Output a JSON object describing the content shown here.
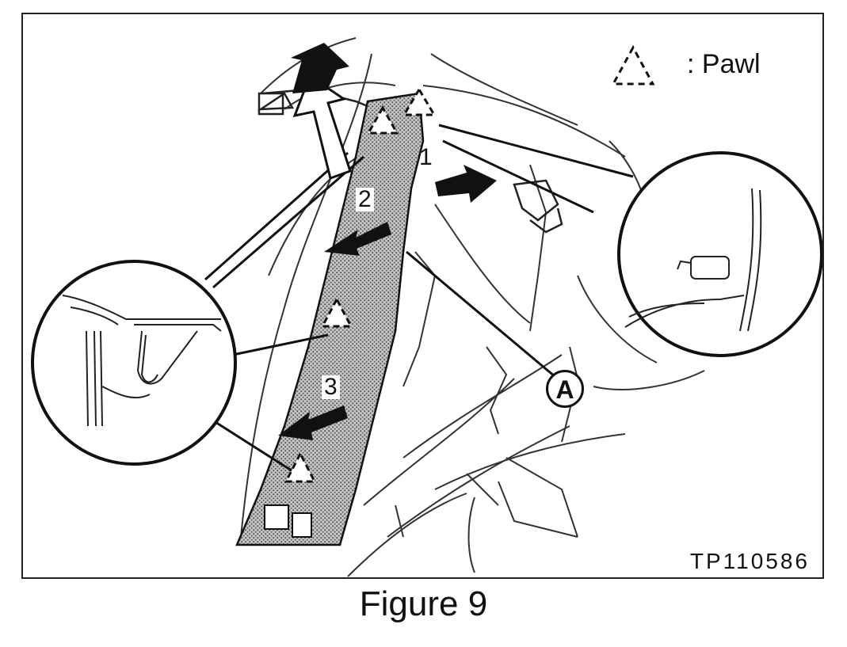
{
  "figure": {
    "caption": "Figure 9",
    "code": "TP110586",
    "legend": {
      "icon": "dashed-triangle-pawl-icon",
      "text": ": Pawl"
    },
    "callouts": {
      "step1": "1",
      "step2": "2",
      "step3": "3",
      "ref": "A"
    }
  }
}
